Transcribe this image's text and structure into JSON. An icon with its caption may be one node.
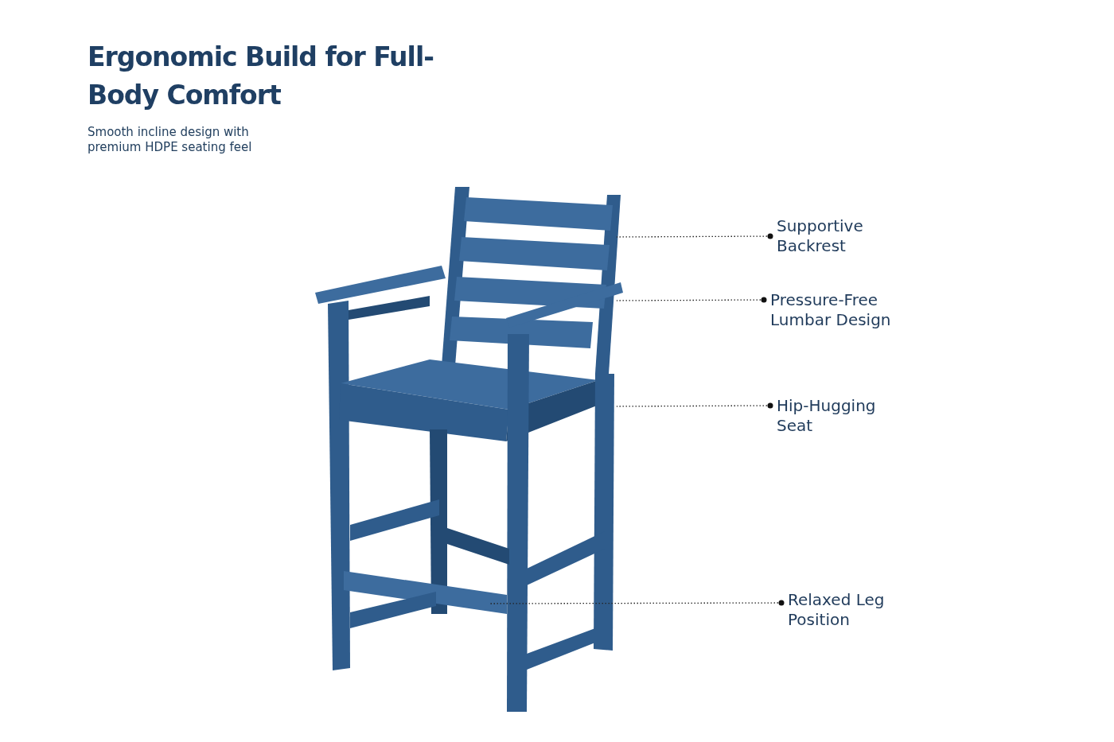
{
  "diagram": {
    "title": "Ergonomic Build for Full-Body Comfort",
    "nodes": [
      {
        "text": [
          "Supportive Backrest"
        ]
      },
      {
        "text": [
          "Pressure-Free Lumbar Design"
        ]
      },
      {
        "text": [
          "Hip-Hugging Seat"
        ]
      },
      {
        "text": [
          "Relaxed Leg Position"
        ]
      }
    ],
    "edges": [
      {
        "from": 0,
        "to": null,
        "arrow": "other",
        "style": "dashed"
      },
      {
        "from": 1,
        "to": null,
        "arrow": "other",
        "style": "dashed"
      },
      {
        "from": 2,
        "to": null,
        "arrow": "other",
        "style": "dashed"
      },
      {
        "from": 3,
        "to": null,
        "arrow": "other",
        "style": "dashed"
      }
    ],
    "labels": [
      "Smooth incline design with premium HDPE seating feel"
    ]
  }
}
